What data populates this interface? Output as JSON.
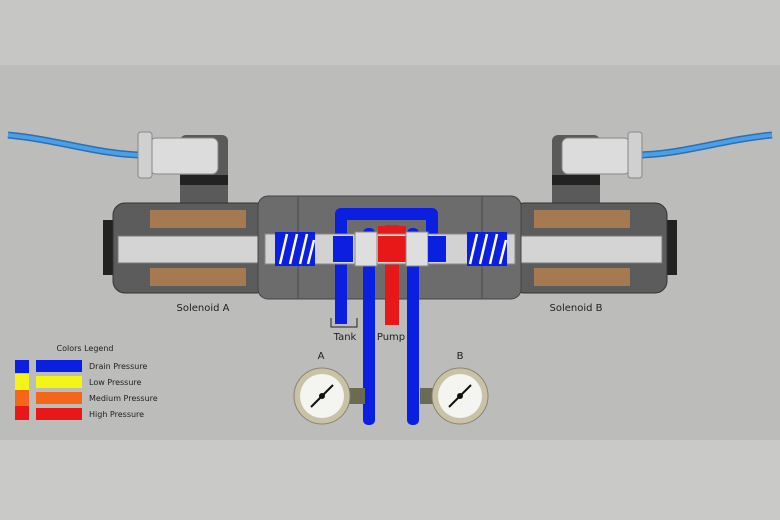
{
  "labels": {
    "solenoid_a": "Solenoid A",
    "solenoid_b": "Solenoid B",
    "tank": "Tank",
    "pump": "Pump",
    "port_a": "A",
    "port_b": "B"
  },
  "legend": {
    "title": "Colors Legend",
    "items": [
      {
        "label": "Drain Pressure",
        "color": "#0a1fe0"
      },
      {
        "label": "Low Pressure",
        "color": "#f4f416"
      },
      {
        "label": "Medium Pressure",
        "color": "#f4661a"
      },
      {
        "label": "High Pressure",
        "color": "#e81818"
      }
    ]
  },
  "colors": {
    "drain": "#0a1fe0",
    "high": "#e81818",
    "body": "#6c6c6c",
    "coil": "#a57a52",
    "cable": "#3a8fd8"
  }
}
